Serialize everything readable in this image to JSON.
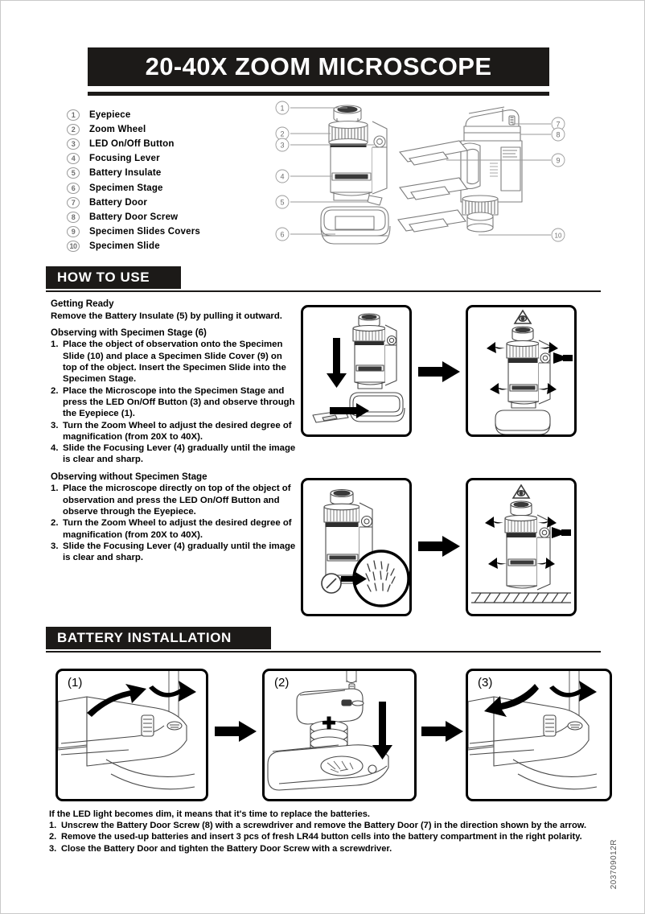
{
  "document": {
    "title": "20-40X ZOOM MICROSCOPE",
    "product_code": "203709012R"
  },
  "parts_list": [
    {
      "num": "1",
      "label": "Eyepiece"
    },
    {
      "num": "2",
      "label": "Zoom Wheel"
    },
    {
      "num": "3",
      "label": "LED On/Off Button"
    },
    {
      "num": "4",
      "label": "Focusing Lever"
    },
    {
      "num": "5",
      "label": "Battery Insulate"
    },
    {
      "num": "6",
      "label": "Specimen Stage"
    },
    {
      "num": "7",
      "label": "Battery Door"
    },
    {
      "num": "8",
      "label": "Battery Door Screw"
    },
    {
      "num": "9",
      "label": "Specimen Slides Covers"
    },
    {
      "num": "10",
      "label": "Specimen Slide"
    }
  ],
  "diagram": {
    "callouts_left": [
      "1",
      "2",
      "3",
      "4",
      "5",
      "6"
    ],
    "callouts_right": [
      "7",
      "8",
      "9",
      "10"
    ]
  },
  "how_to_use": {
    "heading": "HOW TO USE",
    "getting_ready": {
      "heading": "Getting Ready",
      "text": "Remove the Battery Insulate (5) by pulling it outward."
    },
    "with_stage": {
      "heading": "Observing with Specimen Stage (6)",
      "steps": [
        {
          "n": "1.",
          "t": "Place the object of observation onto the Specimen Slide (10) and place a Specimen Slide Cover (9) on top of the object. Insert the Specimen Slide into the Specimen Stage."
        },
        {
          "n": "2.",
          "t": "Place the Microscope into the Specimen Stage and press the LED On/Off Button (3) and observe through the Eyepiece (1)."
        },
        {
          "n": "3.",
          "t": "Turn the Zoom Wheel to adjust the desired degree of magnification (from 20X to 40X)."
        },
        {
          "n": "4.",
          "t": "Slide the Focusing Lever (4) gradually until the image is clear and sharp."
        }
      ]
    },
    "without_stage": {
      "heading": "Observing without Specimen Stage",
      "steps": [
        {
          "n": "1.",
          "t": "Place the microscope directly on top of the object of observation and press the LED On/Off Button and observe through the Eyepiece."
        },
        {
          "n": "2.",
          "t": "Turn the Zoom Wheel to adjust the desired degree of magnification (from 20X to 40X)."
        },
        {
          "n": "3.",
          "t": "Slide the Focusing Lever (4) gradually until the image is clear and sharp."
        }
      ]
    }
  },
  "battery": {
    "heading": "BATTERY INSTALLATION",
    "panels": [
      {
        "label": "(1)"
      },
      {
        "label": "(2)"
      },
      {
        "label": "(3)"
      }
    ],
    "intro": "If the LED light becomes dim, it means that it's time to replace the batteries.",
    "steps": [
      {
        "n": "1.",
        "t": "Unscrew the Battery Door Screw (8) with a screwdriver and remove the Battery Door (7) in the direction shown by the arrow."
      },
      {
        "n": "2.",
        "t": "Remove the used-up batteries and insert 3 pcs of fresh LR44 button cells into the battery compartment in the right polarity."
      },
      {
        "n": "3.",
        "t": "Close the Battery Door and tighten the Battery Door Screw with a screwdriver."
      }
    ]
  },
  "colors": {
    "ink": "#1c1a18",
    "paper": "#ffffff",
    "line": "#6e6e6e"
  }
}
